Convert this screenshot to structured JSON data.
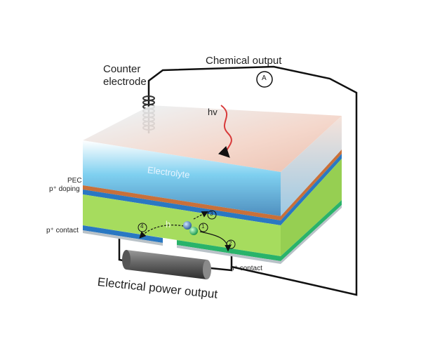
{
  "labels": {
    "counter_electrode_line1": "Counter",
    "counter_electrode_line2": "electrode",
    "chemical_output": "Chemical output",
    "ammeter": "A",
    "photon": "hv",
    "electrolyte": "Electrolyte",
    "pec": "PEC",
    "p_doping": "p⁺ doping",
    "p_contact": "p⁺ contact",
    "n_contact": "n⁺ contact",
    "hole": "h",
    "electrical_power_output": "Electrical power output",
    "step1": "1",
    "step2": "2",
    "step3": "3",
    "step4": "4"
  },
  "colors": {
    "electrolyte": "#8fc6e6",
    "orange_layer": "#c8703a",
    "blue_layer": "#2a78c2",
    "green_bulk": "#a6dc5e",
    "n_contact": "#29b36a",
    "wire": "#111111"
  }
}
